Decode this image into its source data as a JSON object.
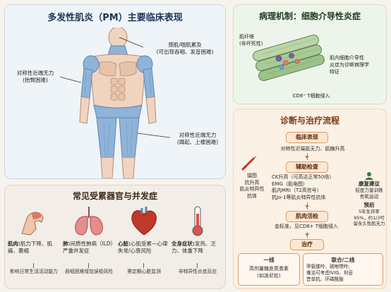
{
  "panel1": {
    "title": "多发性肌炎（PM）主要临床表现",
    "ann_neck_1": "颈肌/咽肌累及",
    "ann_neck_2": "(可出现吞咽、发音困难)",
    "ann_arm_1": "对称性近端无力",
    "ann_arm_2": "(抬臂困难)",
    "ann_leg_1": "对称性近端无力",
    "ann_leg_2": "(蹲起、上楼困难)"
  },
  "panel2": {
    "title": "病理机制：细胞介导性炎症",
    "fiber_1": "肌纤维",
    "fiber_2": "(非坏死性)",
    "desc_1": "肌内细胞介导性",
    "desc_2": "炎症为诊断病理学",
    "desc_3": "特征",
    "infiltrate": "CD8⁺ T细胞侵入"
  },
  "panel3": {
    "title": "诊断与治疗流程",
    "box_clinical": "临床表现",
    "clinical_desc": "对称性近端肌无力、肌酶升高",
    "box_aux": "辅助检查",
    "aux_items": [
      "CK升高（可高达正常50倍）",
      "EMG（肌电图）",
      "肌内MRI（T2高信号）",
      "抗Jo-1等肌炎特异性抗体"
    ],
    "left_1": "镭图",
    "left_2": "抗升高",
    "left_3": "肌炎特异性",
    "left_4": "抗体",
    "rehab_title": "康复建议",
    "rehab_1": "轻度力量训练",
    "rehab_2": "有氧运动",
    "box_biopsy": "肌肉活检",
    "biopsy_desc": "金标准，见CD8+ T细胞侵入",
    "prog_title": "预后",
    "prog_1": "5年生存率",
    "prog_2": "95%，约1/3可",
    "prog_3": "留永久性肌无力",
    "box_treat": "治疗",
    "first_title": "一线",
    "first_1": "高剂量糖皮质激素",
    "first_2": "(如泼尼松)",
    "second_title": "联合/二线",
    "second_1": "甲氨蝶呤、硫唑嘌呤;",
    "second_2": "难治可考虑IVIG、利妥",
    "second_3": "昔单抗、环磷酰胺"
  },
  "panel4": {
    "title": "常见受累器官与并发症",
    "organs": [
      {
        "name": "肌肉:",
        "desc": "肌力下降、肌痛、萎缩",
        "sub": "影响日常生活活动能力"
      },
      {
        "name": "肺:",
        "desc": "间质性肺病（ILD）严重并发症",
        "sub": "吞咽困难增加误吸风险"
      },
      {
        "name": "心脏:",
        "desc": "心肌受累—心律失常/心衰风险",
        "sub": "需定期心脏监测"
      },
      {
        "name": "全身症状:",
        "desc": "发热、乏力、体重下降",
        "sub": "非特异性炎症反应"
      }
    ]
  },
  "colors": {
    "muscle_blue": "#8fb3d9",
    "accent_orange": "#d89a66",
    "green_fiber": "#9cc28a"
  }
}
